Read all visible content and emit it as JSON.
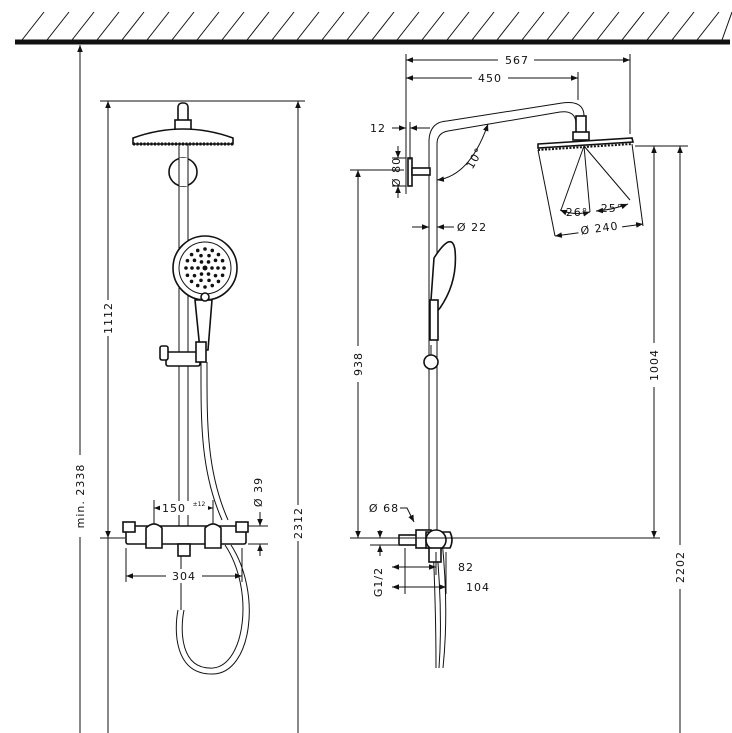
{
  "dimensions": {
    "front": {
      "total_min": "min. 2338",
      "column": "1112",
      "overall": "2312",
      "spacing": "150",
      "spacing_tol": "±12",
      "body_diameter": "Ø 39",
      "width": "304"
    },
    "side": {
      "reach": "567",
      "arm": "450",
      "wall_gap": "12",
      "rose_diameter": "Ø 80",
      "angle": "10°",
      "pipe_diameter": "Ø 22",
      "spray_angle_1": "26°",
      "spray_angle_2": "25°",
      "head_diameter": "Ø 240",
      "riser_height": "938",
      "head_height": "1004",
      "outlet_diameter": "Ø 68",
      "thread": "G1/2",
      "depth_1": "82",
      "depth_2": "104",
      "total_height": "2202"
    }
  }
}
